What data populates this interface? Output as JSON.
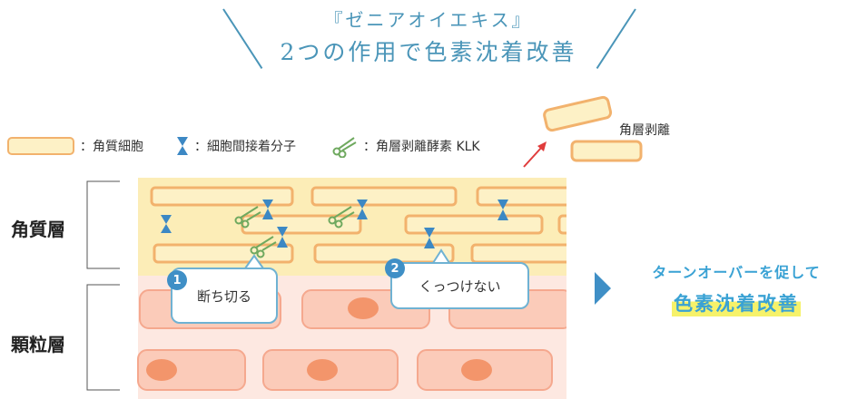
{
  "title": {
    "line1": "『ゼニアオイエキス』",
    "line2": "2つの作用で色素沈着改善"
  },
  "legend": {
    "corneocyte": "：角質細胞",
    "adhesion": "：細胞間接着分子",
    "enzyme": "：角層剥離酵素 KLK"
  },
  "layers": {
    "stratum_corneum": "角質層",
    "granular": "顆粒層"
  },
  "callouts": [
    {
      "num": "1",
      "text": "断ち切る"
    },
    {
      "num": "2",
      "text": "くっつけない"
    }
  ],
  "detach_label": "角層剥離",
  "result": {
    "line1": "ターンオーバーを促して",
    "line2": "色素沈着改善"
  },
  "colors": {
    "title": "#4a95b8",
    "cell_fill": "#fdf1c6",
    "cell_border": "#f2b26d",
    "corneum_bg": "#fcedb7",
    "granular_bg": "#fde8e1",
    "granular_cell": "#fbcbb9",
    "nucleus": "#f3956b",
    "adhesion": "#3c88c4",
    "enzyme": "#6fa95f",
    "arrow": "#e03c3c",
    "highlight": "#f6f26a",
    "result_text": "#3aa2d4"
  },
  "icons": [
    "adhesion-molecule-icon",
    "scissors-icon",
    "play-arrow-icon",
    "red-arrow-icon"
  ]
}
